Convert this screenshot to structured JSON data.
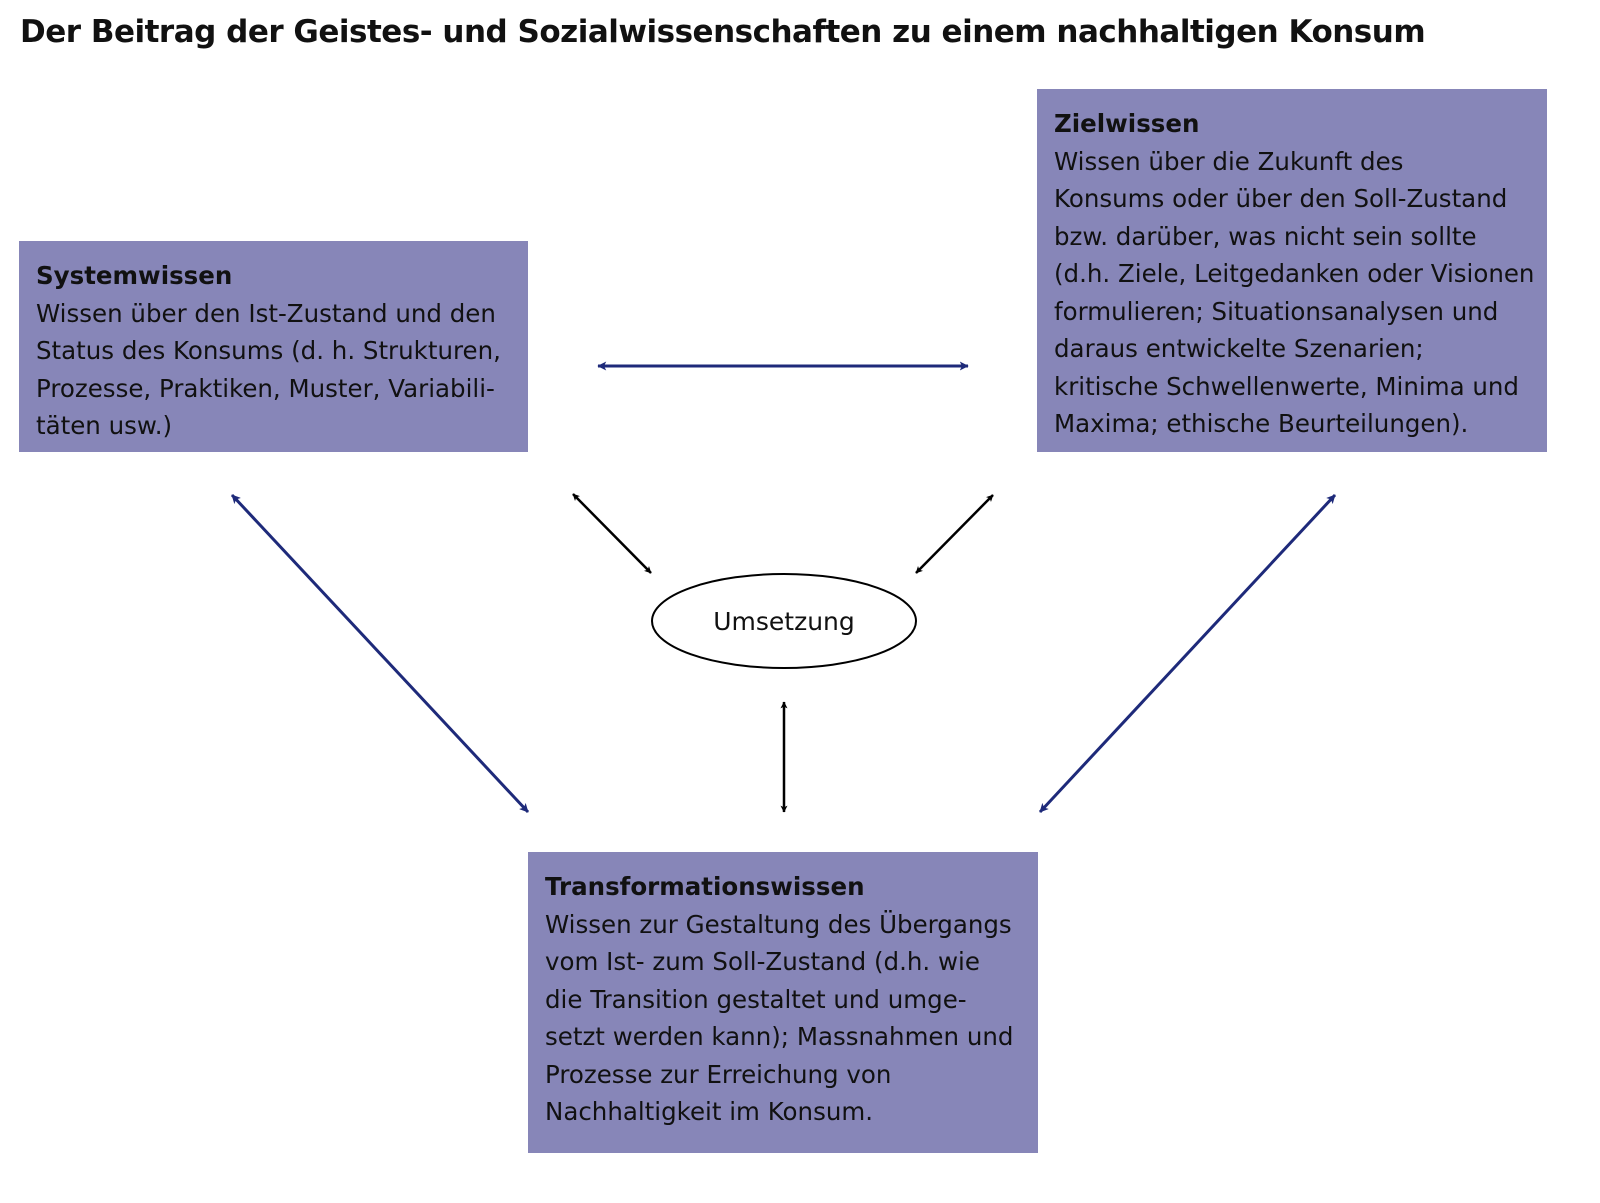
{
  "title": "Der Beitrag der Geistes- und Sozialwissenschaften zu einem nachhaltigen Konsum",
  "colors": {
    "box": "#8786b8",
    "arrow_primary": "#1e2a7a",
    "arrow_secondary": "#000000"
  },
  "boxes": {
    "system": {
      "heading": "Systemwissen",
      "lines": [
        "Wissen über den Ist-Zustand und den",
        "Status des Konsums (d. h. Strukturen,",
        "Prozesse, Praktiken, Muster, Variabili-",
        "täten usw.)"
      ]
    },
    "ziel": {
      "heading": "Zielwissen",
      "lines": [
        "Wissen über die Zukunft des",
        "Konsums oder über den Soll-Zustand",
        "bzw. darüber, was nicht sein sollte",
        "(d.h. Ziele, Leitgedanken oder Visionen",
        "formulieren; Situationsanalysen und",
        "daraus entwickelte Szenarien;",
        "kritische Schwellenwerte, Minima und",
        "Maxima; ethische Beurteilungen)."
      ]
    },
    "transformation": {
      "heading": "Transformationswissen",
      "lines": [
        "Wissen zur Gestaltung des Übergangs",
        "vom Ist- zum Soll-Zustand (d.h. wie",
        "die Transition gestaltet und umge-",
        "setzt werden kann); Massnahmen und",
        "Prozesse zur Erreichung von",
        "Nachhaltigkeit im Konsum."
      ]
    }
  },
  "center": {
    "label": "Umsetzung"
  }
}
